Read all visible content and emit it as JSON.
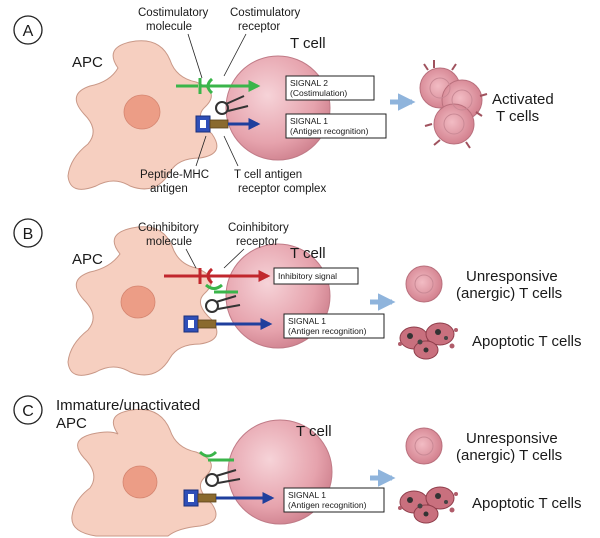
{
  "panels": [
    {
      "letter": "A",
      "apc": "APC",
      "tcell": "T cell",
      "labels": {
        "co_molecule": [
          "Costimulatory",
          "molecule"
        ],
        "co_receptor": [
          "Costimulatory",
          "receptor"
        ],
        "pmhc": [
          "Peptide-MHC",
          "antigen"
        ],
        "tcr": [
          "T cell antigen",
          "receptor complex"
        ]
      },
      "signal2": [
        "SIGNAL 2",
        "(Costimulation)"
      ],
      "signal1": [
        "SIGNAL 1",
        "(Antigen recognition)"
      ],
      "outcome": [
        "Activated",
        "T cells"
      ]
    },
    {
      "letter": "B",
      "apc": "APC",
      "tcell": "T cell",
      "labels": {
        "coinh_molecule": [
          "Coinhibitory",
          "molecule"
        ],
        "coinh_receptor": [
          "Coinhibitory",
          "receptor"
        ]
      },
      "inhibitory": "Inhibitory signal",
      "signal1": [
        "SIGNAL 1",
        "(Antigen recognition)"
      ],
      "outcome1": [
        "Unresponsive",
        "(anergic) T cells"
      ],
      "outcome2": "Apoptotic T cells"
    },
    {
      "letter": "C",
      "apc": [
        "Immature/unactivated",
        "APC"
      ],
      "tcell": "T cell",
      "signal1": [
        "SIGNAL 1",
        "(Antigen recognition)"
      ],
      "outcome1": [
        "Unresponsive",
        "(anergic) T cells"
      ],
      "outcome2": "Apoptotic T cells"
    }
  ],
  "colors": {
    "apc_fill": "#f6cfc0",
    "apc_nucleus": "#ec9d86",
    "tcell_fill": "#e9aab3",
    "costim_green": "#3ab54a",
    "signal_blue": "#1f3f9d",
    "inhibit_red": "#c1272d",
    "outcome_arrow": "#8fb4dc"
  }
}
